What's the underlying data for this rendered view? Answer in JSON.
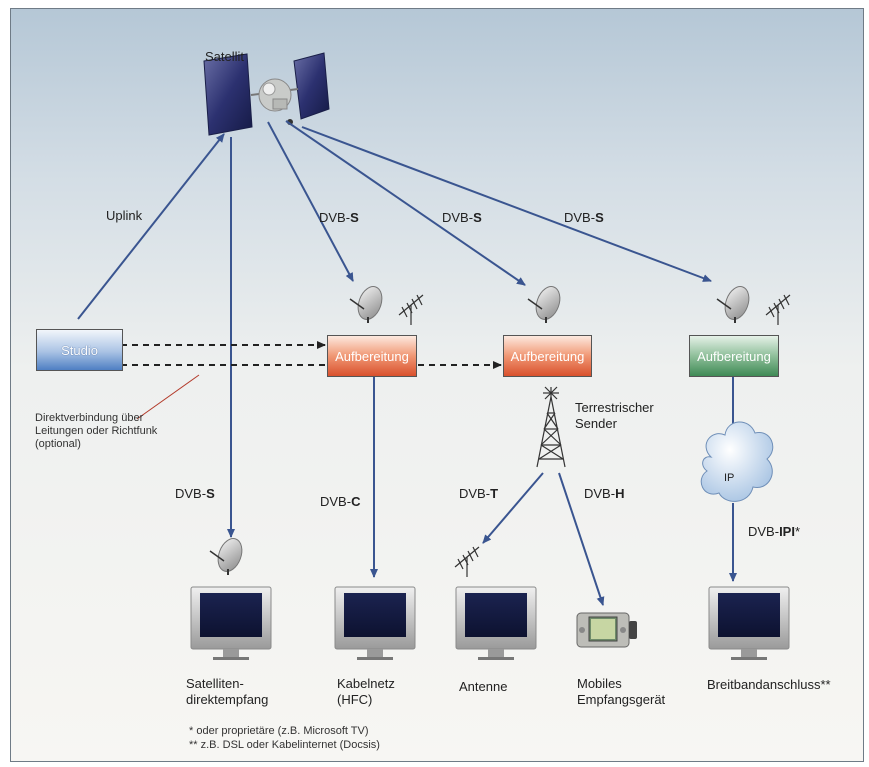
{
  "satellite": {
    "label": "Satellit"
  },
  "links": {
    "uplink": "Uplink",
    "dvb_prefix": "DVB-",
    "s": "S",
    "c": "C",
    "t": "T",
    "h": "H",
    "ipi": "IPI",
    "ipi_suffix": "*"
  },
  "studio": {
    "label": "Studio"
  },
  "direct": {
    "line1": "Direktverbindung über",
    "line2": "Leitungen oder Richtfunk",
    "line3": "(optional)"
  },
  "processing": {
    "label": "Aufbereitung"
  },
  "transmitter": {
    "line1": "Terrestrischer",
    "line2": "Sender"
  },
  "cloud": {
    "label": "IP"
  },
  "receivers": {
    "satellite_line1": "Satelliten-",
    "satellite_line2": "direktempfang",
    "cable_line1": "Kabelnetz",
    "cable_line2": "(HFC)",
    "antenna": "Antenne",
    "mobile_line1": "Mobiles",
    "mobile_line2": "Empfangsgerät",
    "broadband": "Breitbandanschluss**"
  },
  "footnotes": {
    "note1": "* oder proprietäre (z.B. Microsoft TV)",
    "note2": "** z.B. DSL oder Kabelinternet (Docsis)"
  },
  "colors": {
    "arrow": "#3a5590",
    "orange_box": "#e56a44",
    "green_box": "#4c9461",
    "studio_box": "#7fa3d6"
  },
  "icons": [
    "satellite-icon",
    "dish-antenna-icon",
    "yagi-antenna-icon",
    "transmitter-tower-icon",
    "cloud-icon",
    "tv-monitor-icon",
    "mobile-device-icon"
  ]
}
